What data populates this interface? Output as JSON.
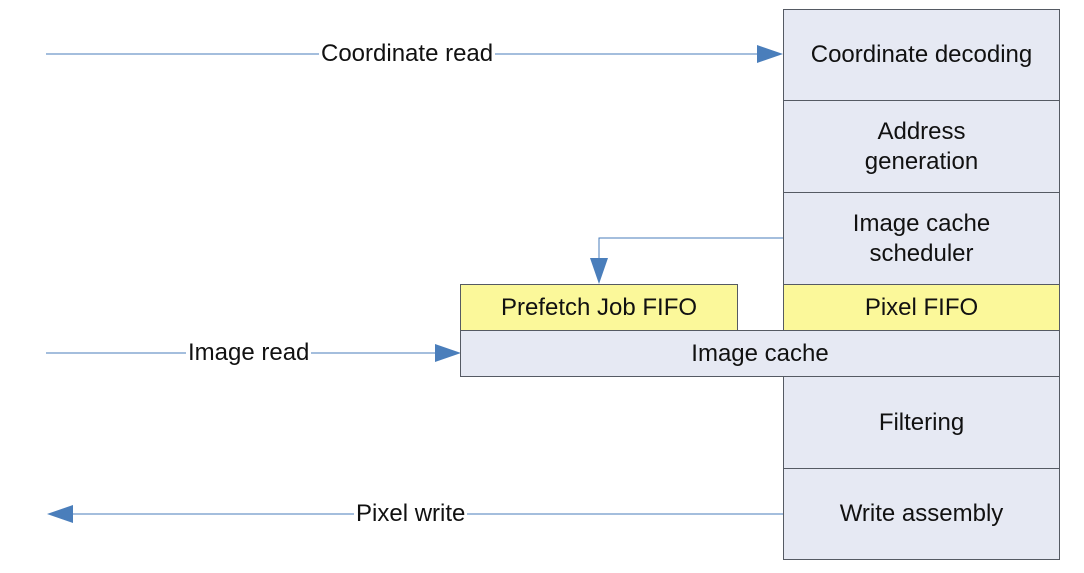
{
  "blocks": {
    "coordinate_decoding": "Coordinate decoding",
    "address_generation": "Address\ngeneration",
    "image_cache_scheduler": "Image cache\nscheduler",
    "pixel_fifo": "Pixel FIFO",
    "prefetch_job_fifo": "Prefetch Job FIFO",
    "image_cache": "Image cache",
    "filtering": "Filtering",
    "write_assembly": "Write assembly"
  },
  "arrows": {
    "coordinate_read": "Coordinate read",
    "image_read": "Image read",
    "pixel_write": "Pixel write"
  },
  "colors": {
    "block_fill": "#e6e9f3",
    "fifo_fill": "#fbf89a",
    "arrow": "#4a7ebb"
  }
}
